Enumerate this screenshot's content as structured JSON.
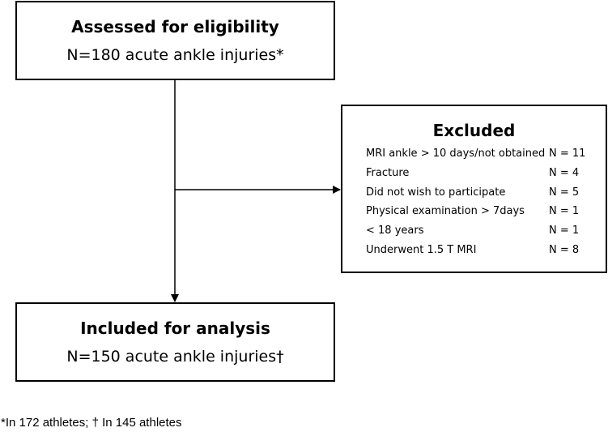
{
  "assessed": {
    "title": "Assessed for eligibility",
    "subtitle": "N=180 acute ankle injuries*"
  },
  "excluded": {
    "title": "Excluded",
    "reasons": [
      {
        "label": "MRI ankle > 10 days/not obtained",
        "count": "N = 11"
      },
      {
        "label": "Fracture",
        "count": "N = 4"
      },
      {
        "label": "Did not wish to participate",
        "count": "N = 5"
      },
      {
        "label": "Physical examination > 7days",
        "count": "N = 1"
      },
      {
        "label": "< 18 years",
        "count": "N = 1"
      },
      {
        "label": "Underwent 1.5 T MRI",
        "count": "N = 8"
      }
    ]
  },
  "included": {
    "title": "Included for analysis",
    "subtitle": "N=150 acute ankle injuries†"
  },
  "footnote": "*In 172 athletes; † In 145 athletes"
}
